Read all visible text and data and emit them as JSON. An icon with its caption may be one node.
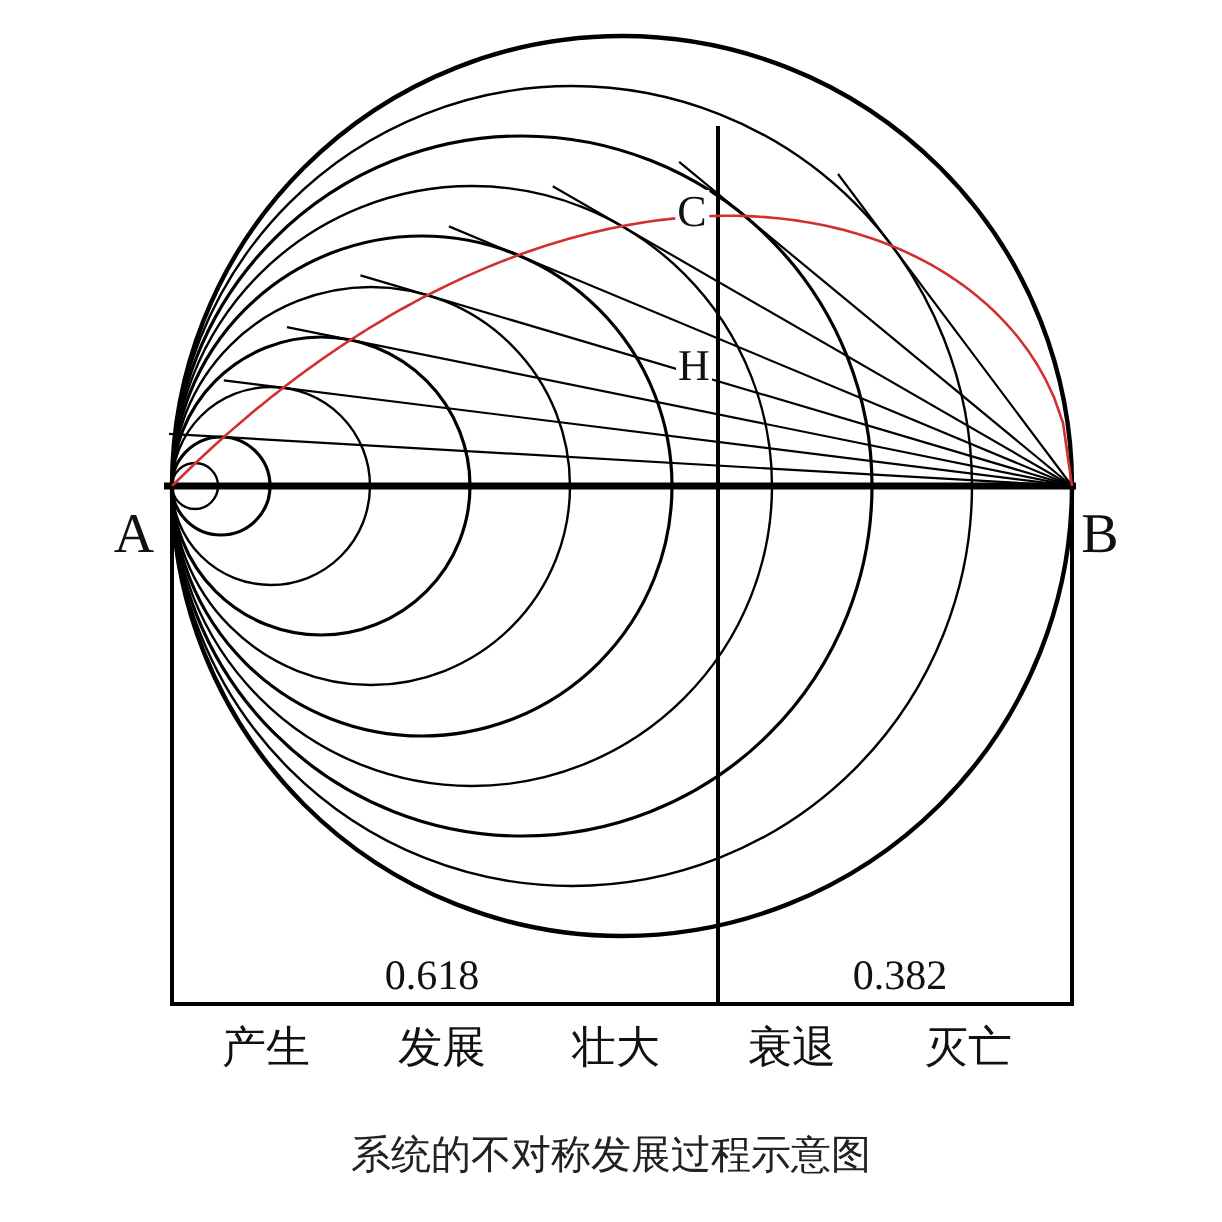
{
  "diagram": {
    "caption": "系统的不对称发展过程示意图",
    "labels": [
      "C",
      "H",
      "A",
      "B",
      "0.618",
      "0.382",
      "产生",
      "发展",
      "壮大",
      "衰退",
      "灭亡"
    ]
  }
}
